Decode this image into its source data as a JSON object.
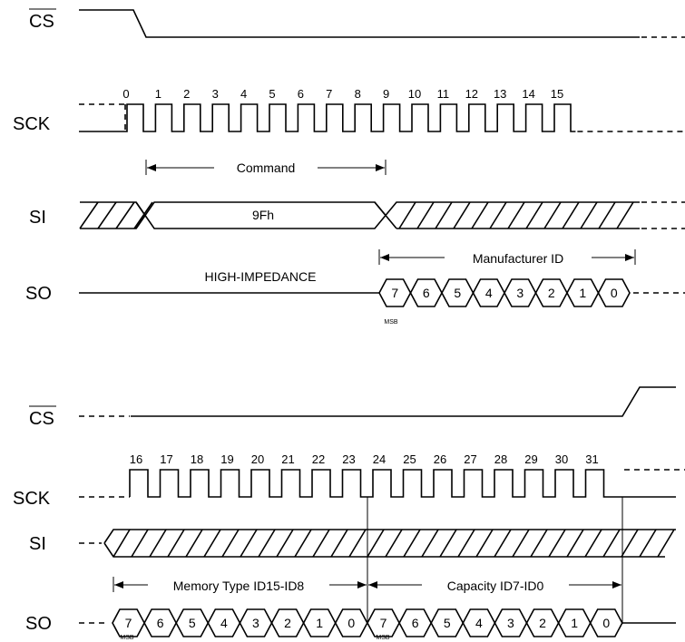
{
  "signals": {
    "cs": "CS",
    "sck": "SCK",
    "si": "SI",
    "so": "SO"
  },
  "top": {
    "clock_numbers": [
      "0",
      "1",
      "2",
      "3",
      "4",
      "5",
      "6",
      "7",
      "8",
      "9",
      "10",
      "11",
      "12",
      "13",
      "14",
      "15"
    ],
    "command_label": "Command",
    "command_value": "9Fh",
    "high_impedance": "HIGH-IMPEDANCE",
    "manufacturer_label": "Manufacturer ID",
    "so_bits": [
      "7",
      "6",
      "5",
      "4",
      "3",
      "2",
      "1",
      "0"
    ],
    "msb": "MSB"
  },
  "bottom": {
    "clock_numbers": [
      "16",
      "17",
      "18",
      "19",
      "20",
      "21",
      "22",
      "23",
      "24",
      "25",
      "26",
      "27",
      "28",
      "29",
      "30",
      "31"
    ],
    "memory_type_label": "Memory Type ID15-ID8",
    "capacity_label": "Capacity ID7-ID0",
    "so_bits_a": [
      "7",
      "6",
      "5",
      "4",
      "3",
      "2",
      "1",
      "0"
    ],
    "so_bits_b": [
      "7",
      "6",
      "5",
      "4",
      "3",
      "2",
      "1",
      "0"
    ],
    "msb": "MSB"
  }
}
